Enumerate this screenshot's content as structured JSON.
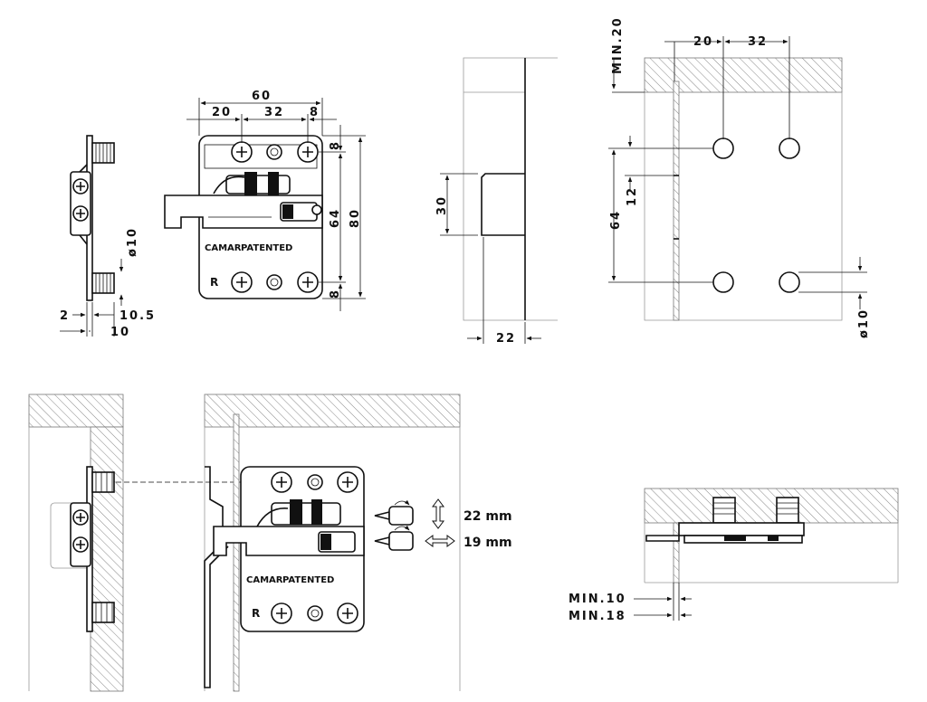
{
  "brand": {
    "name": "CAMAR",
    "tag": "PATENTED",
    "side_mark": "R"
  },
  "side_view": {
    "dia": "ø10",
    "dim_a": "2",
    "dim_b": "10.5",
    "dim_c": "10"
  },
  "front_view": {
    "w_total": "60",
    "w_a": "20",
    "w_b": "32",
    "w_c": "8",
    "h_top": "8",
    "h_mid": "64",
    "h_total": "80",
    "h_bot": "8"
  },
  "cutout_view": {
    "h": "30",
    "w": "22"
  },
  "drill_view": {
    "min_top": "MIN.20",
    "x_a": "20",
    "x_b": "32",
    "y_span": "64",
    "y_small": "12",
    "dia": "ø10"
  },
  "adjust": {
    "vertical": "22 mm",
    "horizontal": "19 mm"
  },
  "top_view": {
    "min_a": "MIN.10",
    "min_b": "MIN.18"
  }
}
